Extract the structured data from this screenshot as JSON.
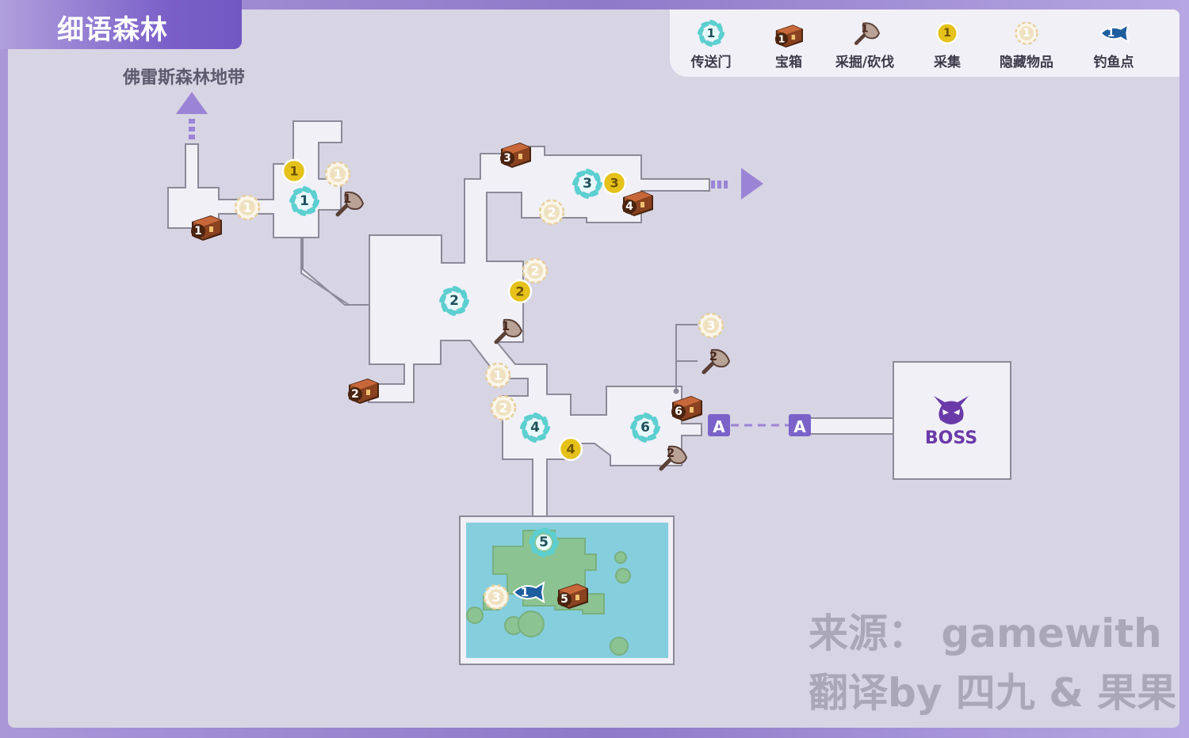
{
  "header": {
    "title": "细语森林",
    "exit_label": "佛雷斯森林地带"
  },
  "legend": [
    {
      "id": "portal",
      "label": "传送门",
      "icon": "portal-icon",
      "num": "1"
    },
    {
      "id": "chest",
      "label": "宝箱",
      "icon": "chest-icon",
      "num": "1"
    },
    {
      "id": "dig",
      "label": "采掘/砍伐",
      "icon": "axe-icon",
      "num": "1"
    },
    {
      "id": "gather",
      "label": "采集",
      "icon": "gather-icon",
      "num": "1"
    },
    {
      "id": "hidden",
      "label": "隐藏物品",
      "icon": "hidden-item-icon",
      "num": "1"
    },
    {
      "id": "fish",
      "label": "钓鱼点",
      "icon": "fish-icon",
      "num": "1"
    }
  ],
  "boss": {
    "label": "BOSS",
    "icon": "boss-demon-icon"
  },
  "connector": {
    "label": "A"
  },
  "markers": {
    "portal": [
      "1",
      "2",
      "3",
      "4",
      "5",
      "6"
    ],
    "chest": [
      "1",
      "2",
      "3",
      "4",
      "5",
      "6"
    ],
    "dig": [
      "1",
      "1",
      "2",
      "2"
    ],
    "gather": [
      "1",
      "2",
      "3",
      "4"
    ],
    "hidden": [
      "1",
      "1",
      "1",
      "2",
      "2",
      "2",
      "3",
      "3"
    ],
    "fish": [
      "1"
    ]
  },
  "credits": {
    "source": "来源：  gamewith",
    "translation": "翻译by 四九 & 果果"
  },
  "colors": {
    "panel": "#d7d4e4",
    "floor": "#f1f0f7",
    "wall": "#8c8a98",
    "water": "#85cede",
    "island": "#8bc392",
    "accent": "#7b62c9",
    "portal": "#5ccfd0",
    "gather": "#e5c11a",
    "hidden": "#e5cf9c",
    "chest": "#a0502a",
    "axe": "#8a6a5a",
    "fish": "#1d5f9e"
  }
}
